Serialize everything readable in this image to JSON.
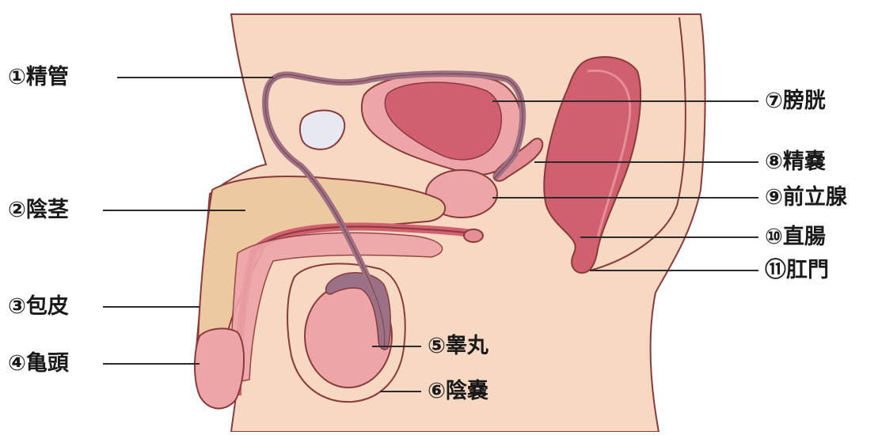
{
  "labels": {
    "vas_deferens": "①精管",
    "penis": "②陰茎",
    "foreskin": "③包皮",
    "glans": "④亀頭",
    "testis": "⑤睾丸",
    "scrotum": "⑥陰嚢",
    "bladder": "⑦膀胱",
    "seminal_vesicle": "⑧精嚢",
    "prostate": "⑨前立腺",
    "rectum": "⑩直腸",
    "anus": "⑪肛門"
  },
  "colors": {
    "skin": "#f6d8c3",
    "outline": "#8a3a3a",
    "organ_light": "#eea5a8",
    "organ_mid": "#e48f95",
    "organ_dark": "#d0606f",
    "shaft": "#ecc9a0",
    "duct": "#9a7186",
    "bone": "#e8e8f2"
  }
}
